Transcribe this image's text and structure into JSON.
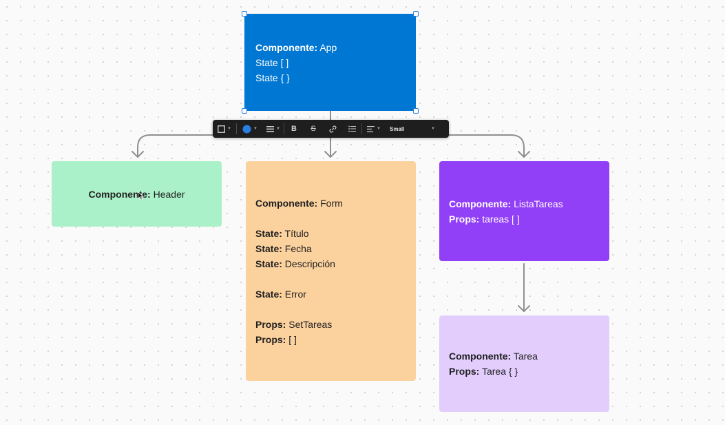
{
  "cards": {
    "app": {
      "label": "Componente:",
      "name": "App",
      "state1": "State  [ ]",
      "state2": "State { }",
      "color": "#0077d2"
    },
    "header": {
      "label": "Componente:",
      "name": "Header",
      "color": "#aaf0c8"
    },
    "form": {
      "label": "Componente:",
      "name": "Form",
      "rows": [
        {
          "k": "State:",
          "v": "Título"
        },
        {
          "k": "State:",
          "v": "Fecha"
        },
        {
          "k": "State:",
          "v": "Descripción"
        },
        {
          "k": "State:",
          "v": "Error"
        },
        {
          "k": "Props:",
          "v": "SetTareas"
        },
        {
          "k": "Props:",
          "v": "[ ]"
        }
      ],
      "color": "#fbd19e"
    },
    "lista": {
      "label": "Componente:",
      "name": "ListaTareas",
      "props_k": "Props:",
      "props_v": "tareas [ ]",
      "color": "#923ff8"
    },
    "tarea": {
      "label": "Componente:",
      "name": "Tarea",
      "props_k": "Props:",
      "props_v": "Tarea { }",
      "color": "#e2cdfd"
    }
  },
  "toolbar": {
    "shape_icon": "square-icon",
    "fill_color": "#2a7de1",
    "stroke_icon": "line-weight-icon",
    "bold_icon": "bold-icon",
    "strike_icon": "strikethrough-icon",
    "link_icon": "link-icon",
    "list_icon": "list-icon",
    "align_icon": "align-left-icon",
    "size_label": "Small"
  },
  "connectors": {
    "color": "#8a8a8a"
  }
}
